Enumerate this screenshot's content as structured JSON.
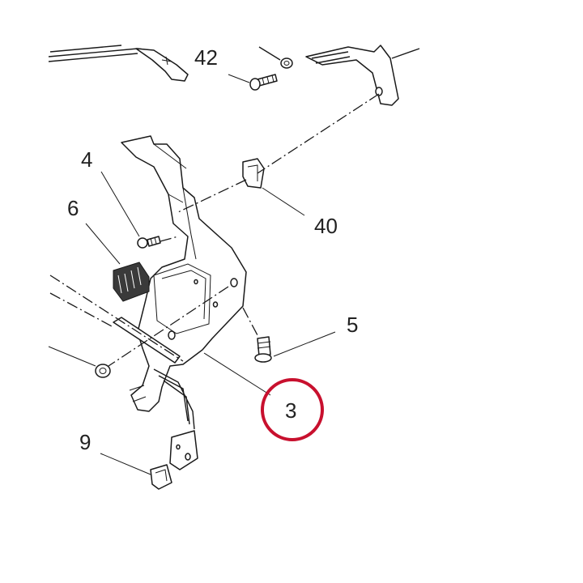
{
  "callouts": {
    "c42": "42",
    "c4": "4",
    "c6": "6",
    "c40": "40",
    "c5": "5",
    "c3": "3",
    "c9": "9"
  },
  "colors": {
    "highlight_circle": "#c8102e",
    "linework": "#1a1a1a"
  }
}
